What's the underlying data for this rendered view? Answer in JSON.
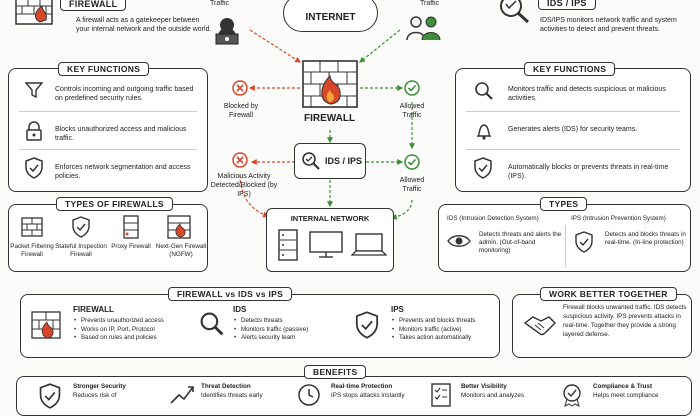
{
  "top_left": {
    "title": "FIREWALL",
    "desc": "A firewall acts as a gatekeeper between your internal network and the outside world."
  },
  "top_center": {
    "traffic_left": "Traffic",
    "internet": "INTERNET",
    "traffic_right": "Traffic"
  },
  "top_right": {
    "title": "IDS / IPS",
    "desc": "IDS/IPS monitors network traffic and system activities to detect and prevent threats."
  },
  "left_functions": {
    "header": "KEY FUNCTIONS",
    "items": [
      "Controls incoming and outgoing traffic based on predefined security rules.",
      "Blocks unauthorized access and malicious traffic.",
      "Enforces network segmentation and access policies."
    ]
  },
  "right_functions": {
    "header": "KEY FUNCTIONS",
    "items": [
      "Monitors traffic and detects suspicious or malicious activities.",
      "Generates alerts (IDS) for security teams.",
      "Automatically blocks or prevents threats in real-time (IPS)."
    ]
  },
  "flow": {
    "blocked_firewall": "Blocked by Firewall",
    "allowed_1": "Allowed Traffic",
    "firewall_label": "FIREWALL",
    "idsips_label": "IDS / IPS",
    "malicious": "Malicious Activity Detected/Blocked (by IPS)",
    "allowed_2": "Allowed Traffic",
    "internal_network": "INTERNAL NETWORK"
  },
  "types_firewalls": {
    "header": "TYPES OF FIREWALLS",
    "items": [
      "Packet Filtering Firewall",
      "Stateful Inspection Firewall",
      "Proxy Firewall",
      "Next-Gen Firewall (NGFW)"
    ]
  },
  "types_idsips": {
    "header": "TYPES",
    "ids_title": "IDS (Intrusion Detection System)",
    "ips_title": "IPS (Intrusion Prevention System)",
    "ids_desc": "Detects threats and alerts the admin. (Out-of-band monitoring)",
    "ips_desc": "Detects and blocks threats in real-time. (In-line protection)"
  },
  "comparison": {
    "header": "FIREWALL vs IDS vs IPS",
    "firewall": {
      "title": "FIREWALL",
      "items": [
        "Prevents unauthorized access",
        "Works on IP, Port, Protocol",
        "Based on rules and policies"
      ]
    },
    "ids": {
      "title": "IDS",
      "items": [
        "Detects threats",
        "Monitors traffic (passive)",
        "Alerts security team"
      ]
    },
    "ips": {
      "title": "IPS",
      "items": [
        "Prevents and blocks threats",
        "Monitors traffic (active)",
        "Takes action automatically"
      ]
    }
  },
  "together": {
    "header": "WORK BETTER TOGETHER",
    "text": "Firewall blocks unwanted traffic. IDS detects suspicious activity. IPS prevents attacks in real-time. Together they provide a strong layered defense."
  },
  "benefits": {
    "header": "BENEFITS",
    "items": [
      {
        "title": "Stronger Security",
        "desc": "Reduces risk of"
      },
      {
        "title": "Threat Detection",
        "desc": "Identifies threats early"
      },
      {
        "title": "Real-time Protection",
        "desc": "IPS stops attacks instantly"
      },
      {
        "title": "Better Visibility",
        "desc": "Monitors and analyzes"
      },
      {
        "title": "Compliance & Trust",
        "desc": "Helps meet compliance"
      }
    ]
  },
  "colors": {
    "red": "#d9472b",
    "green": "#3f8f3a",
    "ink": "#2a2a2a"
  }
}
